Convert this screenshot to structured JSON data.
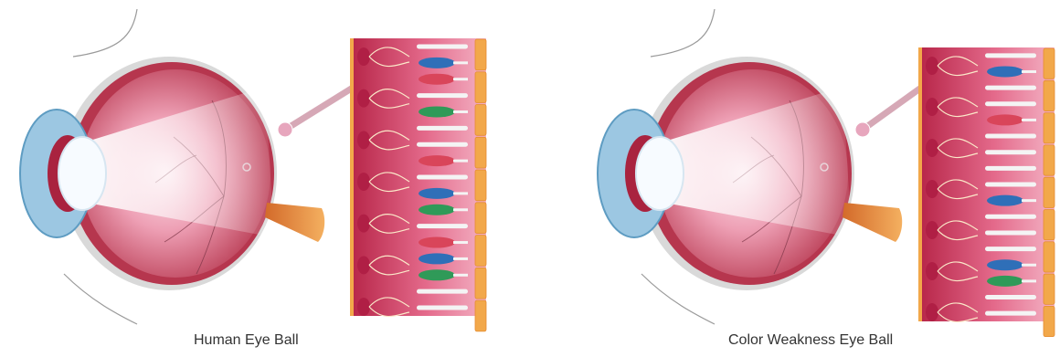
{
  "colors": {
    "eye_pink": "#e07a95",
    "sclera_edge": "#b6364e",
    "retina_bg": "#cc3a5b",
    "rod_white": "#f4f4f4",
    "cone_blue": "#2f6fb8",
    "cone_red": "#d9455a",
    "cone_green": "#2f9a58",
    "rpe_orange": "#f2a84a",
    "optic_nerve": "#e8863a",
    "lens_blue": "#9cc7e2"
  },
  "panels": [
    {
      "caption": "Human Eye Ball",
      "cells": [
        "rod",
        "blue",
        "red",
        "rod",
        "green",
        "rod",
        "rod",
        "red",
        "rod",
        "blue",
        "green",
        "rod",
        "red",
        "blue",
        "green",
        "rod",
        "rod"
      ]
    },
    {
      "caption": "Color Weakness Eye Ball",
      "cells": [
        "rod",
        "blue",
        "rod",
        "rod",
        "red",
        "rod",
        "rod",
        "rod",
        "rod",
        "blue",
        "rod",
        "rod",
        "rod",
        "blue",
        "green",
        "rod",
        "rod"
      ]
    }
  ]
}
